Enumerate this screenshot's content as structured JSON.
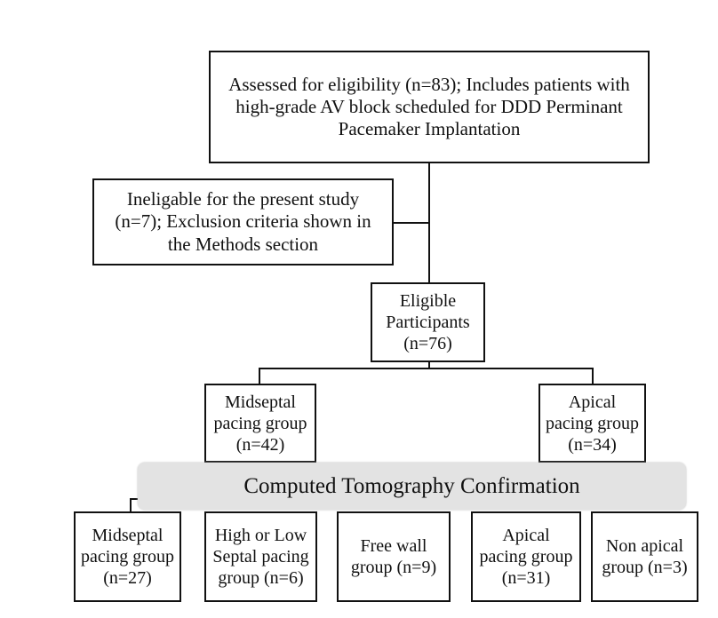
{
  "assessed": "Assessed for eligibility (n=83); Includes patients with\nhigh-grade AV block scheduled for DDD Perminant\nPacemaker Implantation",
  "ineligible": "Ineligable for the present study\n(n=7); Exclusion criteria shown in\nthe Methods section",
  "eligible": "Eligible\nParticipants\n(n=76)",
  "midseptal": "Midseptal\npacing group\n(n=42)",
  "apical": "Apical\npacing group\n(n=34)",
  "ct_confirmation": "Computed Tomography Confirmation",
  "outcomes": {
    "midseptal": "Midseptal\npacing group\n(n=27)",
    "high_low_septal": "High or Low\nSeptal pacing\ngroup (n=6)",
    "free_wall": "Free wall\ngroup (n=9)",
    "apical": "Apical\npacing group\n(n=31)",
    "non_apical": "Non apical\ngroup (n=3)"
  }
}
